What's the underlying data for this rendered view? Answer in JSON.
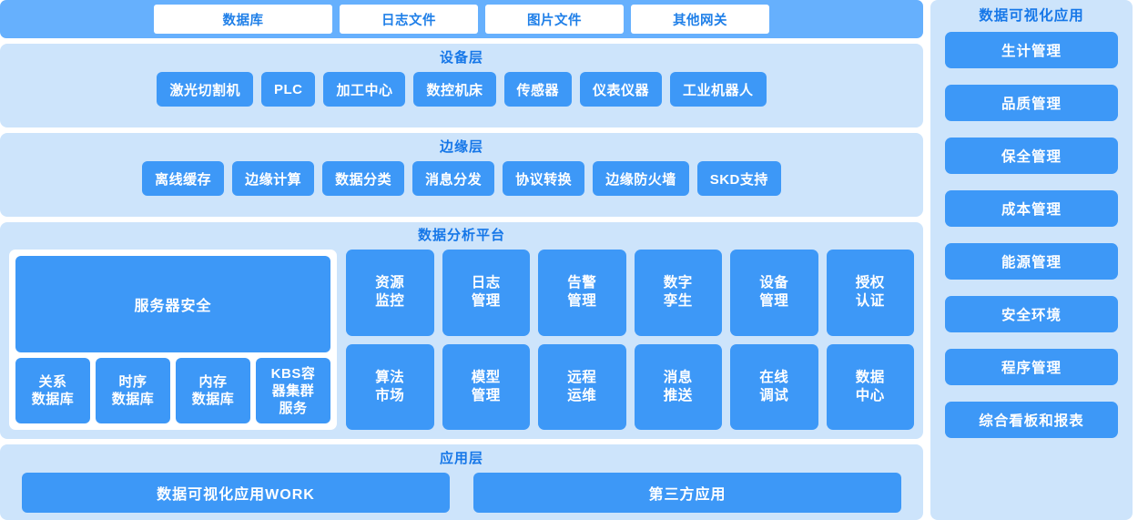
{
  "gateway_banner": {
    "items": [
      {
        "label": "数据库",
        "wide": true
      },
      {
        "label": "日志文件",
        "wide": false
      },
      {
        "label": "图片文件",
        "wide": false
      },
      {
        "label": "其他网关",
        "wide": false
      }
    ]
  },
  "device_layer": {
    "title": "设备层",
    "items": [
      "激光切割机",
      "PLC",
      "加工中心",
      "数控机床",
      "传感器",
      "仪表仪器",
      "工业机器人"
    ]
  },
  "edge_layer": {
    "title": "边缘层",
    "items": [
      "离线缓存",
      "边缘计算",
      "数据分类",
      "消息分发",
      "协议转换",
      "边缘防火墙",
      "SKD支持"
    ]
  },
  "platform": {
    "title": "数据分析平台",
    "server_security": "服务器安全",
    "databases": [
      "关系\n数据库",
      "时序\n数据库",
      "内存\n数据库",
      "KBS容\n器集群\n服务"
    ],
    "functions": [
      "资源\n监控",
      "日志\n管理",
      "告警\n管理",
      "数字\n孪生",
      "设备\n管理",
      "授权\n认证",
      "算法\n市场",
      "模型\n管理",
      "远程\n运维",
      "消息\n推送",
      "在线\n调试",
      "数据\n中心"
    ]
  },
  "app_layer": {
    "title": "应用层",
    "items": [
      "数据可视化应用WORK",
      "第三方应用"
    ]
  },
  "sidebar": {
    "title": "数据可视化应用",
    "items": [
      "生计管理",
      "品质管理",
      "保全管理",
      "成本管理",
      "能源管理",
      "安全环境",
      "程序管理",
      "综合看板和报表"
    ]
  },
  "colors": {
    "chip_blue": "#3d98f7",
    "panel_blue": "#cde4fb",
    "banner_blue": "#66b0fd",
    "title_blue": "#1677e8",
    "white": "#ffffff"
  }
}
